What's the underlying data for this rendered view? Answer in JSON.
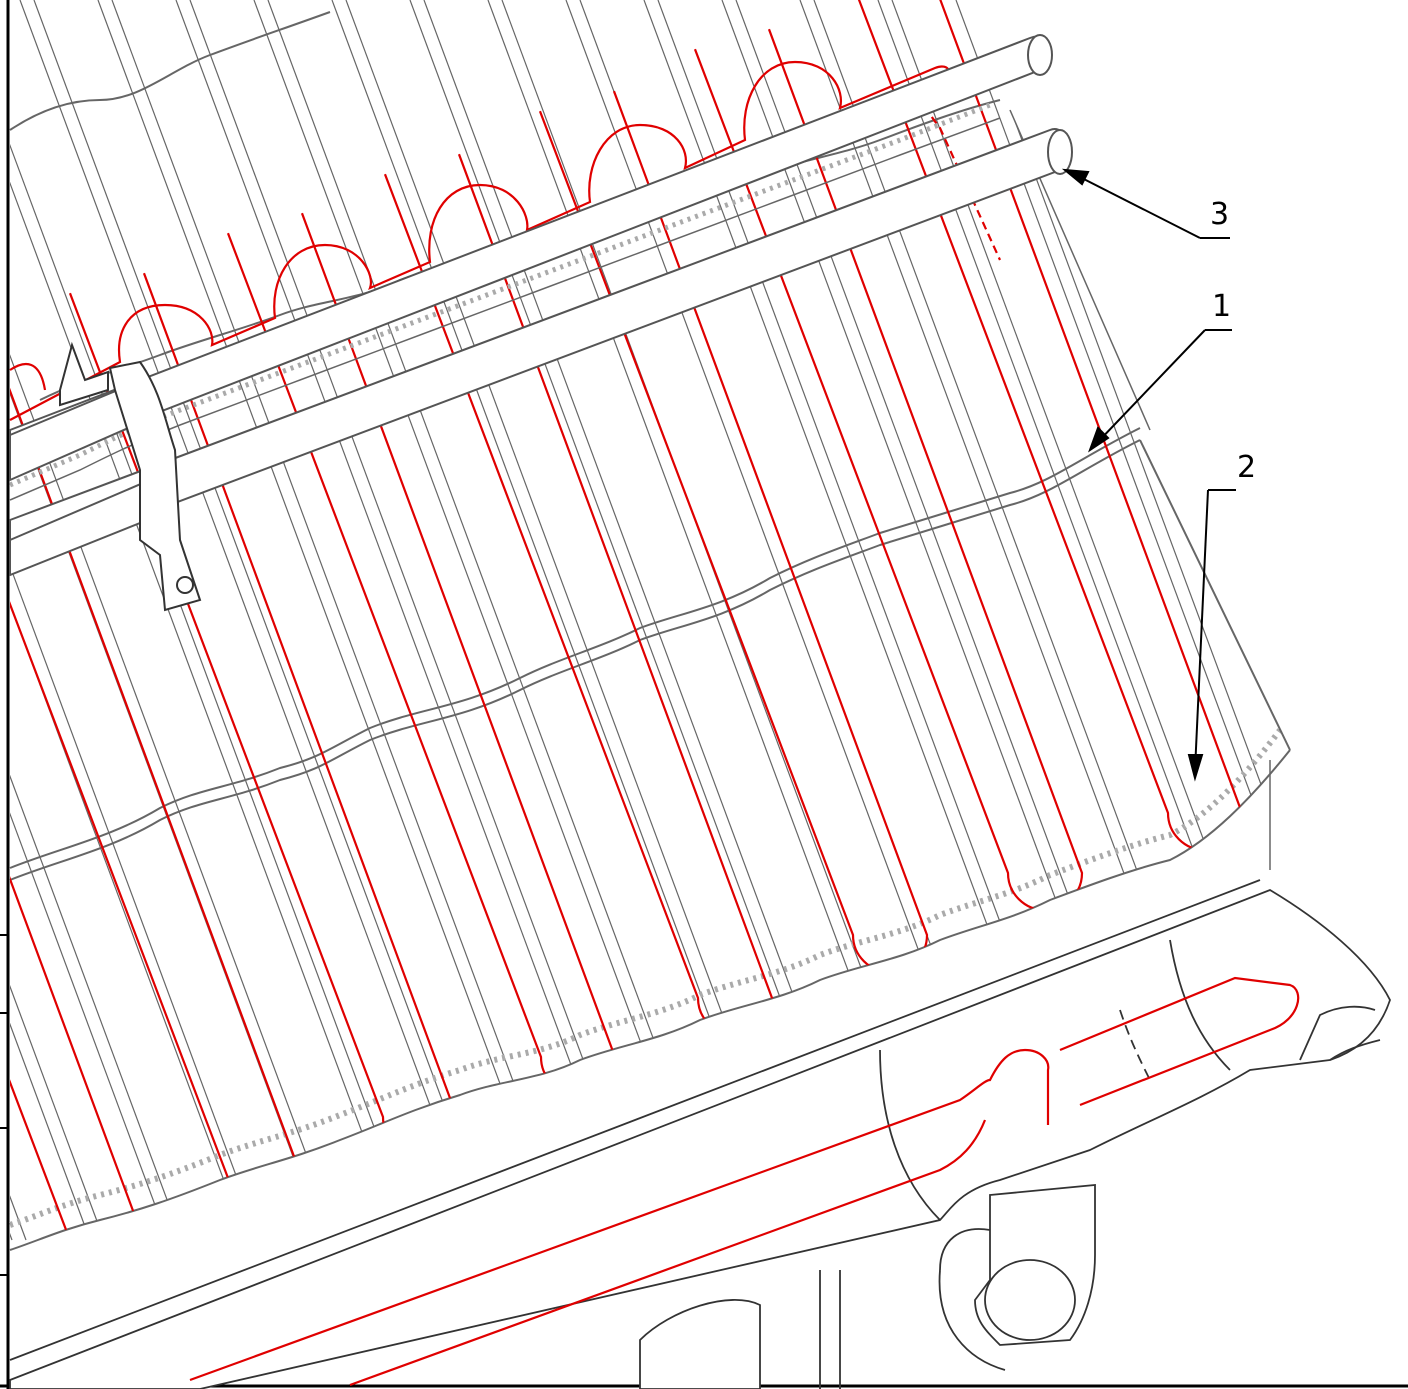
{
  "diagram": {
    "type": "technical-drawing",
    "subject": "roof-edge-heating-cable-layout",
    "callouts": [
      {
        "id": "3",
        "label": "3"
      },
      {
        "id": "1",
        "label": "1"
      },
      {
        "id": "2",
        "label": "2"
      }
    ],
    "colors": {
      "outline": "#555555",
      "heating_cable": "#e00000",
      "tape": "#9a9a9a",
      "border": "#000000"
    },
    "icons": [
      "roof-tiles",
      "snow-guard-tubes",
      "bracket",
      "gutter",
      "downpipe",
      "heating-cable"
    ]
  }
}
